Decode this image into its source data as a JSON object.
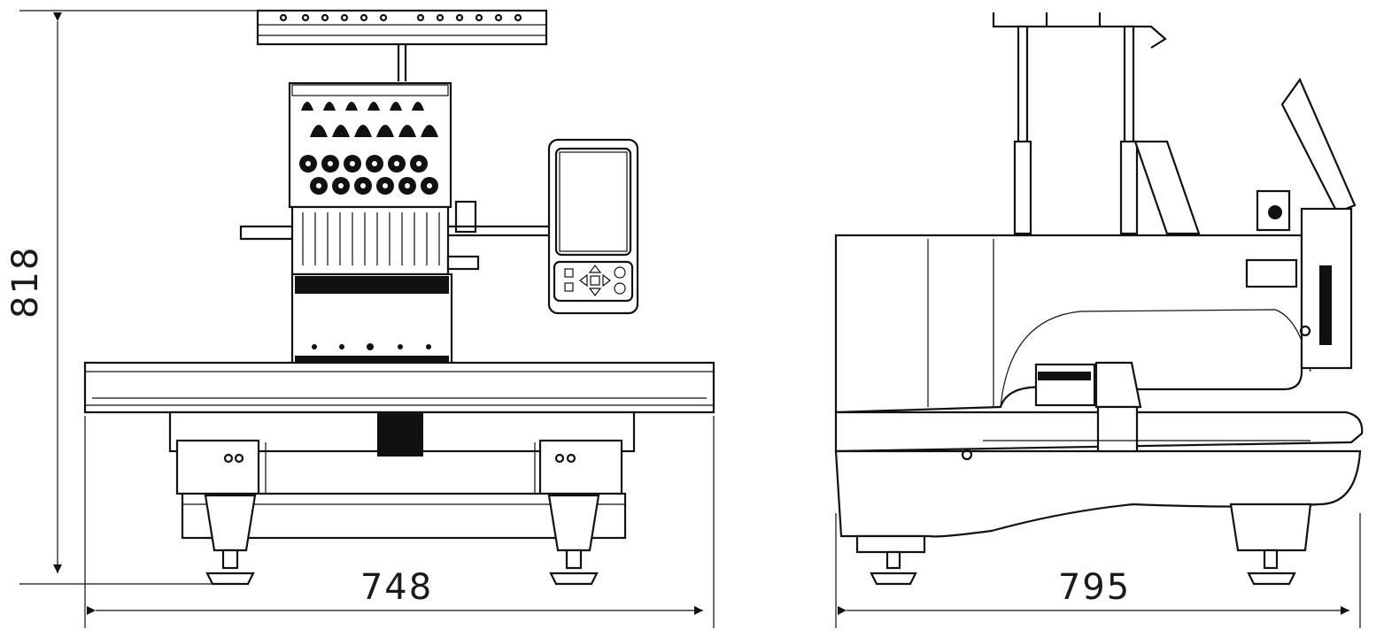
{
  "dimensions": {
    "front_height": "818",
    "front_width": "748",
    "side_depth": "795"
  },
  "colors": {
    "line": "#111111",
    "background": "#ffffff"
  }
}
